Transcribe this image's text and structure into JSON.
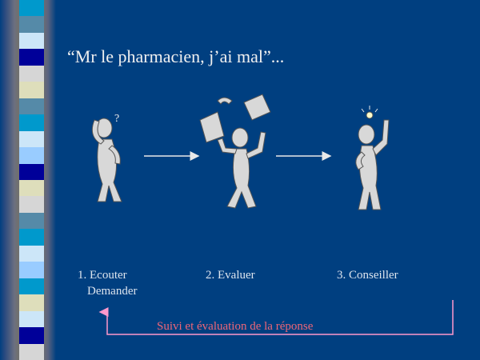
{
  "slide": {
    "title": "“Mr le pharmacien, j’ai mal”...",
    "steps": [
      {
        "label": "1. Ecouter",
        "sub": "Demander",
        "icon": "questioning-figure"
      },
      {
        "label": "2. Evaluer",
        "icon": "juggling-papers-figure"
      },
      {
        "label": "3. Conseiller",
        "icon": "idea-figure"
      }
    ],
    "feedback": "Suivi et évaluation de la réponse",
    "colors": {
      "background": "#003F80",
      "text": "#dde4ee",
      "feedback": "#ee6677",
      "feedback_arrow": "#ff99cc"
    },
    "stripes": [
      "#0099CC",
      "#558AA8",
      "#CCE6F8",
      "#000099",
      "#D6D6D6",
      "#DEDEBB",
      "#558AA8",
      "#0099CC",
      "#CCE6F8",
      "#99CCFF",
      "#000099",
      "#DEDEBB",
      "#D6D6D6",
      "#558AA8",
      "#0099CC",
      "#CCE6F8",
      "#99CCFF",
      "#0099CC",
      "#DEDEBB",
      "#CCE6F8",
      "#000099",
      "#D6D6D6"
    ]
  }
}
